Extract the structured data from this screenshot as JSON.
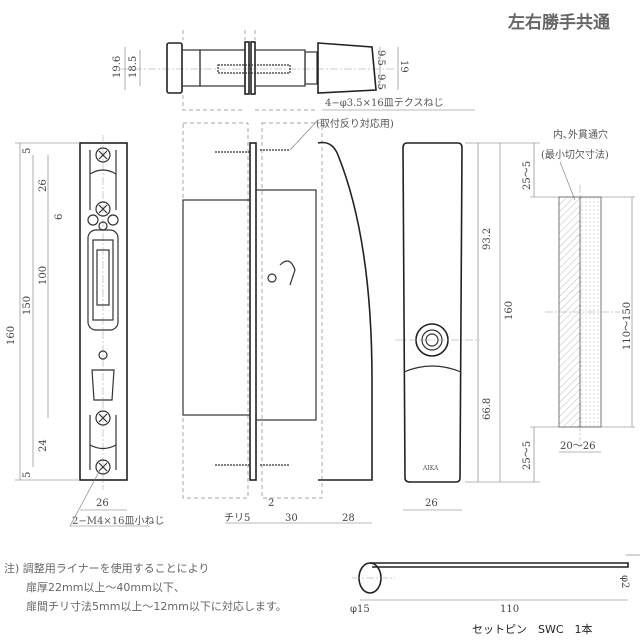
{
  "title": "左右勝手共通",
  "top_view": {
    "dims": [
      "19.6",
      "18.5",
      "9.5",
      "9.5",
      "19"
    ]
  },
  "screw_label": "4−φ3.5×16皿テクスねじ",
  "screw_sub_label": "(取付反り対応用)",
  "front_plate": {
    "dims": [
      "160",
      "150",
      "100",
      "26",
      "6",
      "24",
      "5",
      "5",
      "26"
    ],
    "screw_label": "2−M4×16皿小ねじ"
  },
  "side_view": {
    "dims": [
      "チリ5",
      "2",
      "30",
      "28"
    ]
  },
  "handle_view": {
    "dims": [
      "93.2",
      "160",
      "66.8",
      "26"
    ],
    "brand": "AIKA"
  },
  "cutout": {
    "label_line1": "内､外貫通穴",
    "label_line2": "(最小切欠寸法)",
    "dims": [
      "25～5",
      "110～150",
      "25～5",
      "20～26"
    ]
  },
  "note": {
    "line1": "注)  調整用ライナーを使用することにより",
    "line2": "扉厚22mm以上～40mm以下、",
    "line3": "扉間チリ寸法5mm以上～12mm以下に対応します。"
  },
  "set_pin": {
    "dims": [
      "φ15",
      "110",
      "φ2"
    ],
    "caption": "セットピン　SWC　1本"
  }
}
